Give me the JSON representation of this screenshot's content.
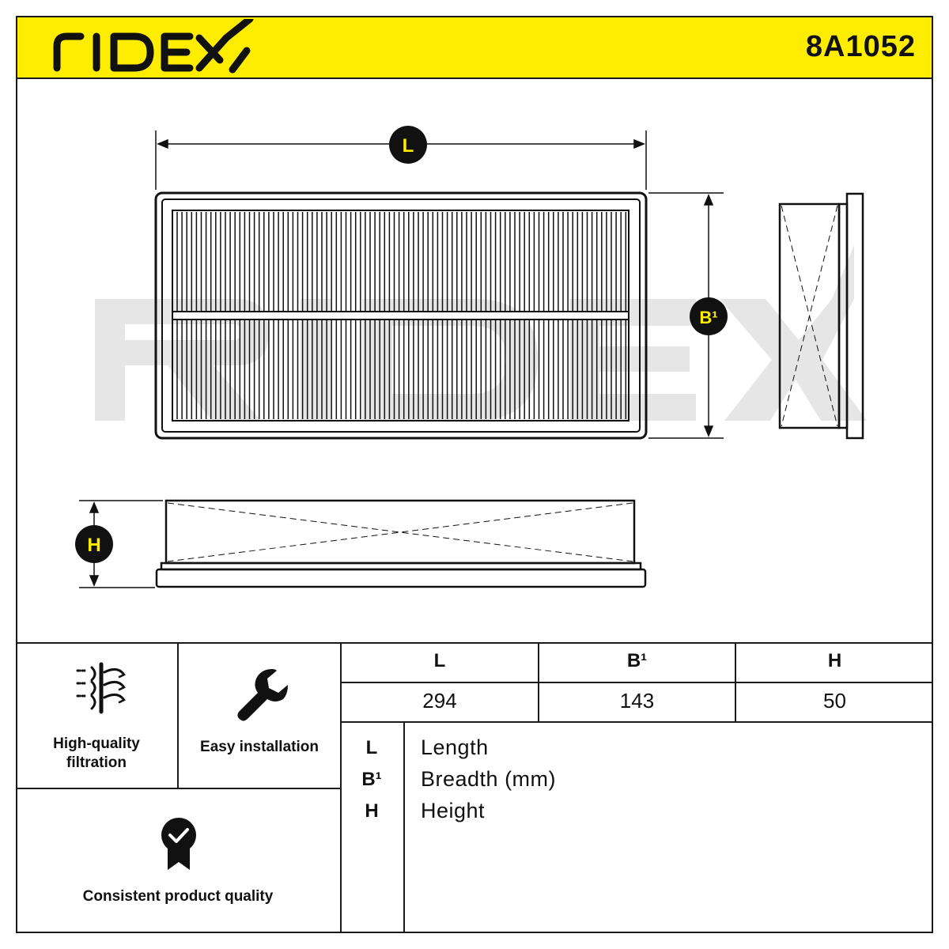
{
  "header": {
    "brand": "RIDEX",
    "part_number": "8A1052",
    "accent_color": "#ffed00"
  },
  "drawing": {
    "length_marker": "L",
    "breadth_marker": "B¹",
    "height_marker": "H",
    "watermark": "RIDEX"
  },
  "features": {
    "filtration": {
      "label_line1": "High-quality",
      "label_line2": "filtration",
      "icon": "airflow-filter-icon"
    },
    "installation": {
      "label": "Easy installation",
      "icon": "wrench-icon"
    },
    "quality": {
      "label": "Consistent product quality",
      "icon": "quality-badge-icon"
    }
  },
  "dimensions": {
    "headers": [
      "L",
      "B¹",
      "H"
    ],
    "values": [
      "294",
      "143",
      "50"
    ]
  },
  "legend": [
    {
      "key": "L",
      "text": "Length"
    },
    {
      "key": "B¹",
      "text": "Breadth (mm)"
    },
    {
      "key": "H",
      "text": "Height"
    }
  ]
}
